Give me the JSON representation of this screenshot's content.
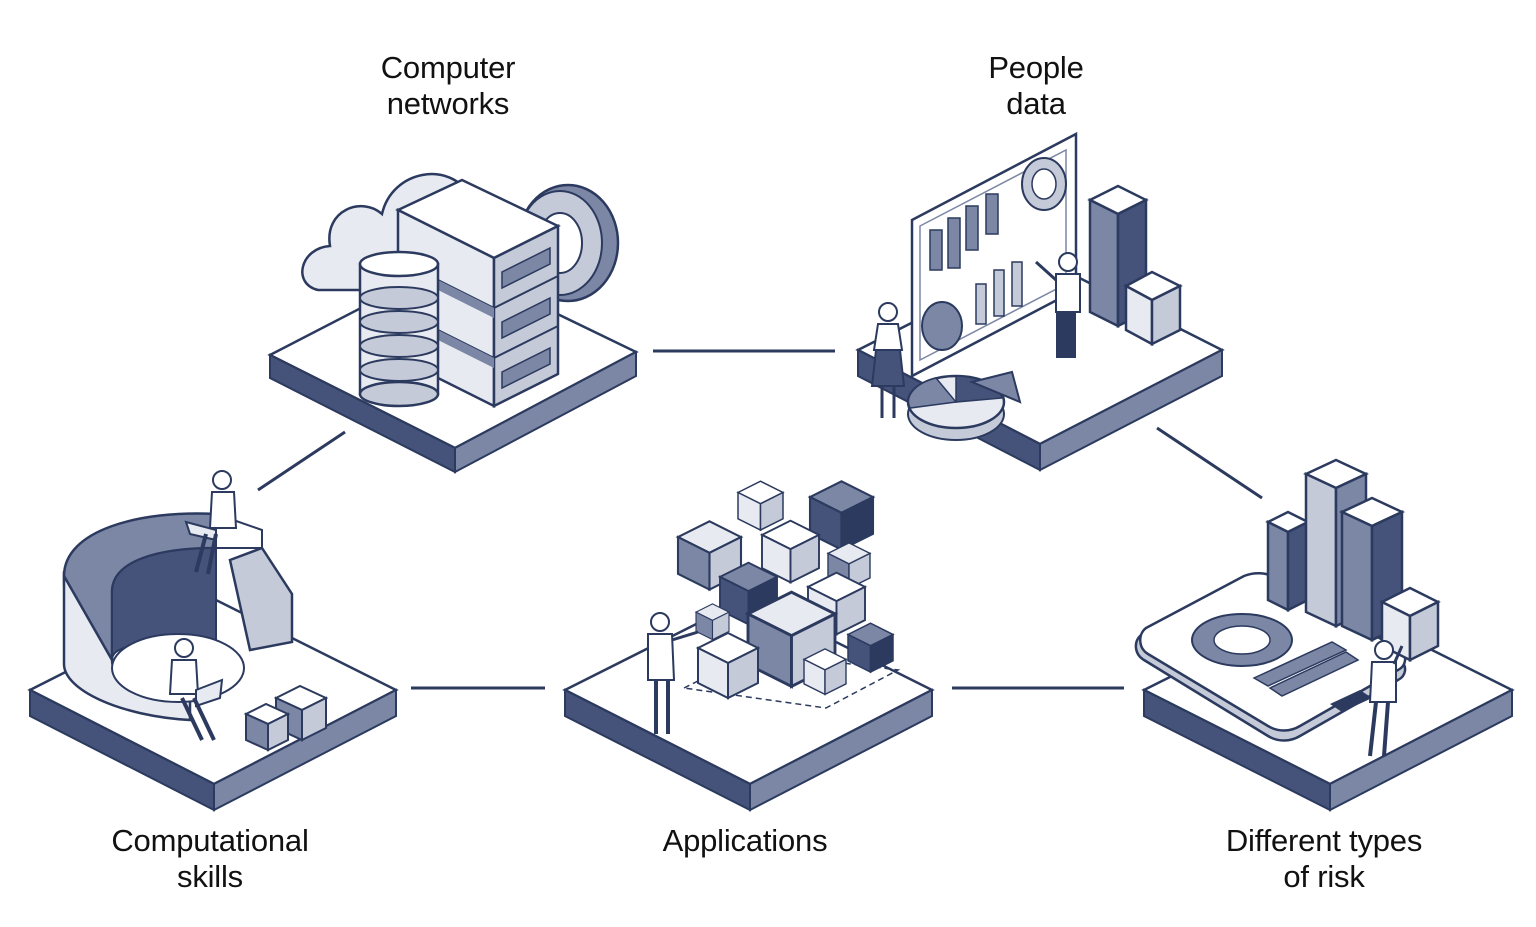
{
  "colors": {
    "outline": "#2b3a5e",
    "dark": "#45527a",
    "mid": "#7c87a6",
    "light": "#c5cad9",
    "pale": "#e8eaf1",
    "white": "#ffffff",
    "text": "#111111"
  },
  "nodes": {
    "computer_networks": {
      "line1": "Computer",
      "line2": "networks",
      "icon": "server-cloud-database"
    },
    "people_data": {
      "line1": "People",
      "line2": "data",
      "icon": "dashboard-people-charts"
    },
    "computational_skills": {
      "line1": "Computational",
      "line2": "skills",
      "icon": "donut-chart-people-laptops"
    },
    "applications": {
      "line1": "Applications",
      "icon": "cubes-person"
    },
    "different_types_of_risk": {
      "line1": "Different types",
      "line2": "of risk",
      "icon": "smartphone-bar-chart-person"
    }
  }
}
